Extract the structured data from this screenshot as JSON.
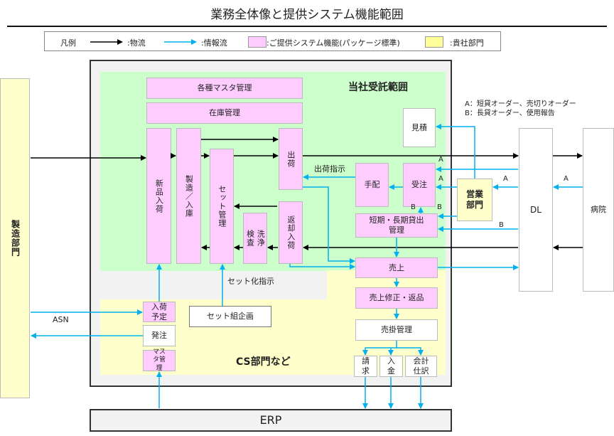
{
  "title": "業務全体像と提供システム機能範囲",
  "legend": {
    "label": "凡例",
    "physical_flow": ":物流",
    "info_flow": ":情報流",
    "package_function": ":ご提供システム機能(パッケージ標準)",
    "client_department": ":貴社部門",
    "colors": {
      "physical": "#000000",
      "info": "#00b0f0",
      "package": "#ffccff",
      "client": "#ffff99"
    }
  },
  "zones": {
    "consigned_scope": "当社受託範囲",
    "cs_department": "CS部門など"
  },
  "notes": {
    "a": "A：短貸オーダー、売切りオーダー",
    "b": "B：長貸オーダー、使用報告"
  },
  "boxes": {
    "master_mgmt": "各種マスタ管理",
    "inventory_mgmt": "在庫管理",
    "new_receiving": "新品入荷",
    "manufacturing": "製造／入庫",
    "set_mgmt": "セット管理",
    "shipping": "出荷",
    "inspection": "検査",
    "washing": "洗浄",
    "return_receiving": "返却入荷",
    "estimate": "見積",
    "arrangement": "手配",
    "order_receiving": "受注",
    "sales_dept": "営業部門",
    "lending_mgmt": "短期・長期貸出管理",
    "sales": "売上",
    "sales_correction": "売上修正・返品",
    "receivables": "売掛管理",
    "billing": "請求",
    "payment": "入金",
    "accounting": "会計仕訳",
    "receiving_plan": "入荷予定",
    "purchase_order": "発注",
    "master_mgmt_small": "マスタ管理",
    "set_planning": "セット組企画",
    "manufacturing_dept": "製造部門",
    "dl": "DL",
    "hospital": "病院",
    "erp": "ERP"
  },
  "flow_labels": {
    "shipping_instruction": "出荷指示",
    "set_instruction": "セット化指示",
    "asn": "ASN",
    "a": "A",
    "b": "B"
  }
}
